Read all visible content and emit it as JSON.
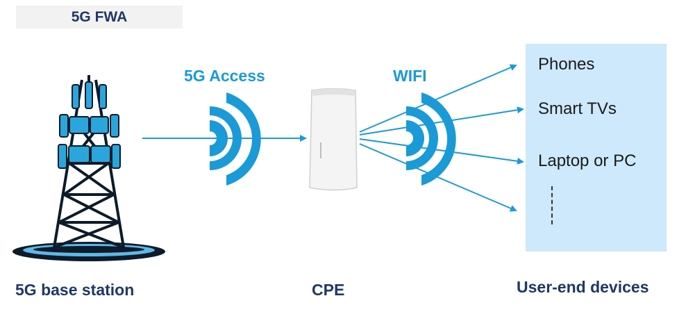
{
  "title": "5G FWA",
  "labels": {
    "base_station": "5G base station",
    "access": "5G Access",
    "wifi": "WIFI",
    "cpe": "CPE",
    "user_devices": "User-end devices"
  },
  "devices": [
    "Phones",
    "Smart TVs",
    "Laptop or PC"
  ],
  "colors": {
    "title_text": "#1f3864",
    "accent_blue": "#1a9ad6",
    "device_box": "#cde9fb",
    "tower": "#0d1b2a"
  }
}
